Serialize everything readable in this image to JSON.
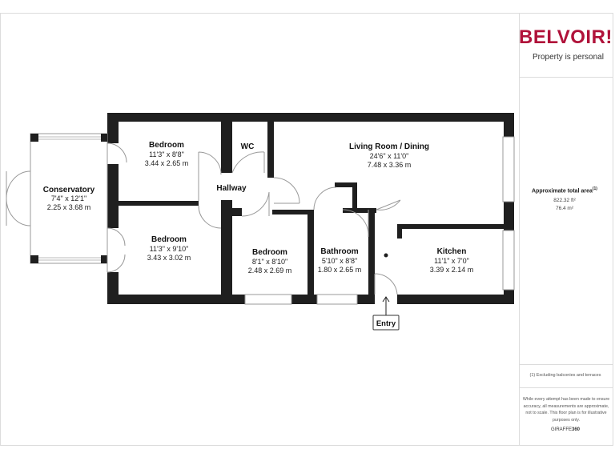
{
  "brand": {
    "logo": "BELVOIR!",
    "tagline": "Property is personal",
    "accent_color": "#b0123a"
  },
  "area": {
    "title": "Approximate total area",
    "title_sup": "(1)",
    "sqft": "822.32 ft²",
    "sqm": "76.4 m²"
  },
  "footnote": "(1) Excluding balconies and terraces",
  "disclaimer": "While every attempt has been made to ensure accuracy, all measurements are approximate, not to scale. This floor plan is for illustrative purposes only.",
  "credit": {
    "prefix": "GIRAFFE",
    "bold": "360"
  },
  "rooms": {
    "conservatory": {
      "name": "Conservatory",
      "imperial": "7'4\" x 12'1\"",
      "metric": "2.25 x 3.68 m"
    },
    "bedroom1": {
      "name": "Bedroom",
      "imperial": "11'3\" x 8'8\"",
      "metric": "3.44 x 2.65 m"
    },
    "bedroom2": {
      "name": "Bedroom",
      "imperial": "11'3\" x 9'10\"",
      "metric": "3.43 x 3.02 m"
    },
    "wc": {
      "name": "WC"
    },
    "hallway": {
      "name": "Hallway"
    },
    "bedroom3": {
      "name": "Bedroom",
      "imperial": "8'1\" x 8'10\"",
      "metric": "2.48 x 2.69 m"
    },
    "bathroom": {
      "name": "Bathroom",
      "imperial": "5'10\" x 8'8\"",
      "metric": "1.80 x 2.65 m"
    },
    "living": {
      "name": "Living Room / Dining",
      "imperial": "24'6\" x 11'0\"",
      "metric": "7.48 x 3.36 m"
    },
    "kitchen": {
      "name": "Kitchen",
      "imperial": "11'1\" x 7'0\"",
      "metric": "3.39 x 2.14 m"
    }
  },
  "entry_label": "Entry"
}
